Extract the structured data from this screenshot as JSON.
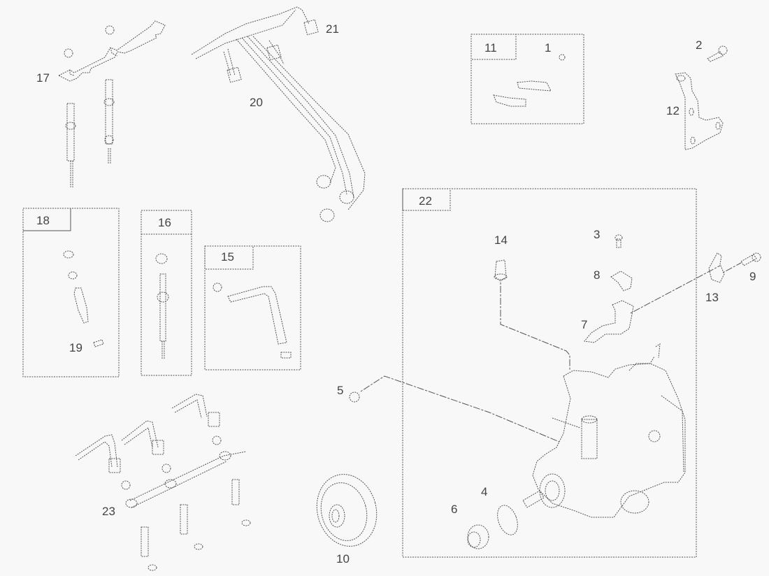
{
  "diagram": {
    "title": "Fuel injection pump assembly - exploded parts view",
    "colors": {
      "background": "#f8f8f8",
      "line": "#555555",
      "text": "#444444"
    },
    "group_boxes": [
      {
        "id": "11",
        "label": "11"
      },
      {
        "id": "18",
        "label": "18"
      },
      {
        "id": "16",
        "label": "16"
      },
      {
        "id": "15",
        "label": "15"
      },
      {
        "id": "22",
        "label": "22"
      }
    ],
    "callouts": {
      "c1": "1",
      "c2": "2",
      "c3": "3",
      "c4": "4",
      "c5": "5",
      "c6": "6",
      "c7": "7",
      "c8": "8",
      "c9": "9",
      "c10": "10",
      "c12": "12",
      "c13": "13",
      "c14": "14",
      "c17": "17",
      "c19": "19",
      "c20": "20",
      "c21": "21",
      "c23": "23"
    }
  }
}
